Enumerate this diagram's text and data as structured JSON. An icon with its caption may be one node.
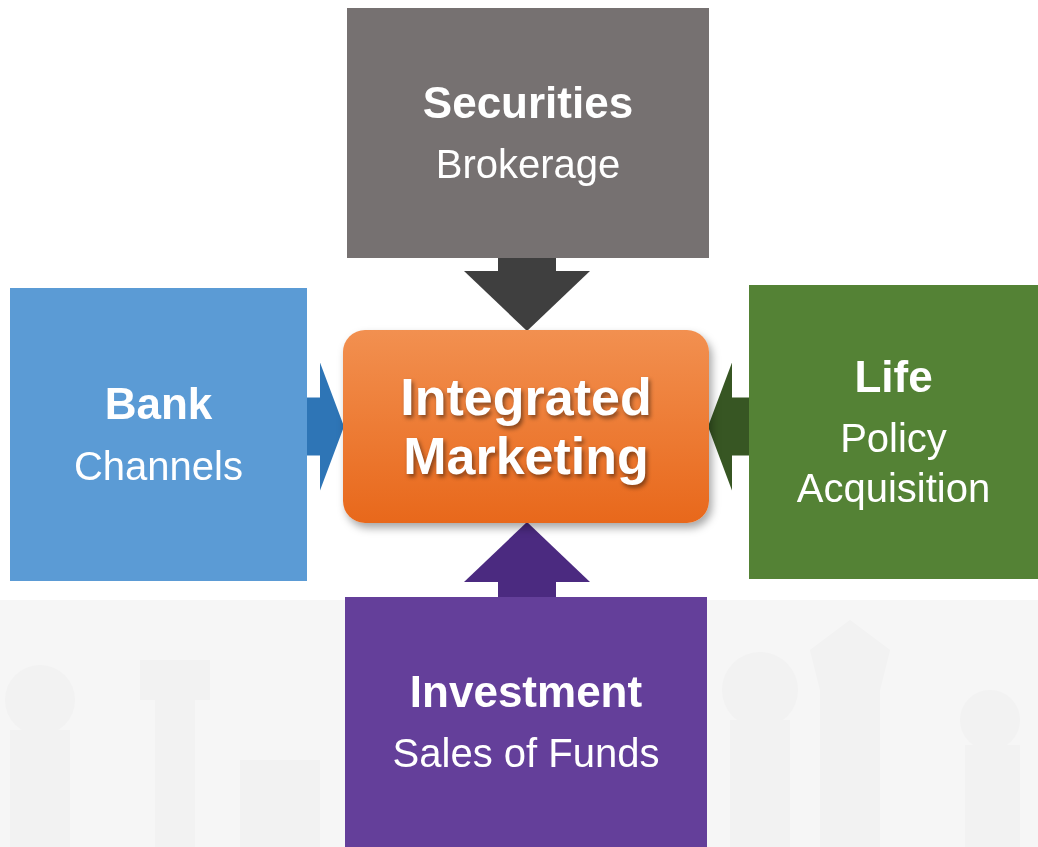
{
  "diagram": {
    "nodes": [
      {
        "text": [
          "Securities",
          "Brokerage"
        ]
      },
      {
        "text": [
          "Bank",
          "Channels"
        ]
      },
      {
        "text": [
          "Integrated Marketing"
        ]
      },
      {
        "text": [
          "Life",
          "Policy Acquisition"
        ]
      },
      {
        "text": [
          "Investment",
          "Sales of Funds"
        ]
      }
    ],
    "edges": [
      {
        "from": 0,
        "to": 2,
        "arrow": "to",
        "color": "#3f3f3f"
      },
      {
        "from": 1,
        "to": 2,
        "arrow": "to",
        "color": "#2e75b6"
      },
      {
        "from": 3,
        "to": 2,
        "arrow": "to",
        "color": "#375623"
      },
      {
        "from": 4,
        "to": 2,
        "arrow": "to",
        "color": "#4b2a80"
      }
    ]
  }
}
